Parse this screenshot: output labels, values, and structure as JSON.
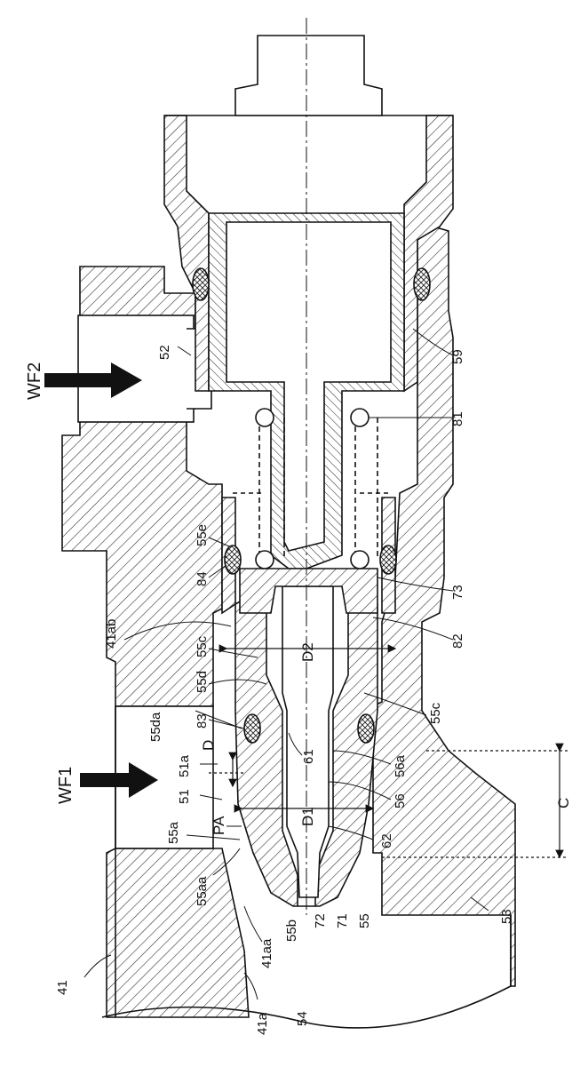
{
  "figure": {
    "colors": {
      "ink": "#111111",
      "paper": "#ffffff",
      "hatch": "#222222"
    },
    "arrows": {
      "wf1": "WF1",
      "wf2": "WF2"
    },
    "dimensions": {
      "d": "D",
      "d1": "D1",
      "d2": "D2",
      "c": "C",
      "pa": "PA"
    },
    "labels": {
      "l41": "41",
      "l41a": "41a",
      "l41aa": "41aa",
      "l41ab": "41ab",
      "l51": "51",
      "l51a": "51a",
      "l52": "52",
      "l53": "53",
      "l54": "54",
      "l55": "55",
      "l55a": "55a",
      "l55aa": "55aa",
      "l55b": "55b",
      "l55c_left": "55c",
      "l55c_right": "55c",
      "l55d": "55d",
      "l55da": "55da",
      "l55e": "55e",
      "l56": "56",
      "l56a": "56a",
      "l59": "59",
      "l61": "61",
      "l62": "62",
      "l71": "71",
      "l72": "72",
      "l73": "73",
      "l81": "81",
      "l82": "82",
      "l83": "83",
      "l84": "84"
    }
  }
}
